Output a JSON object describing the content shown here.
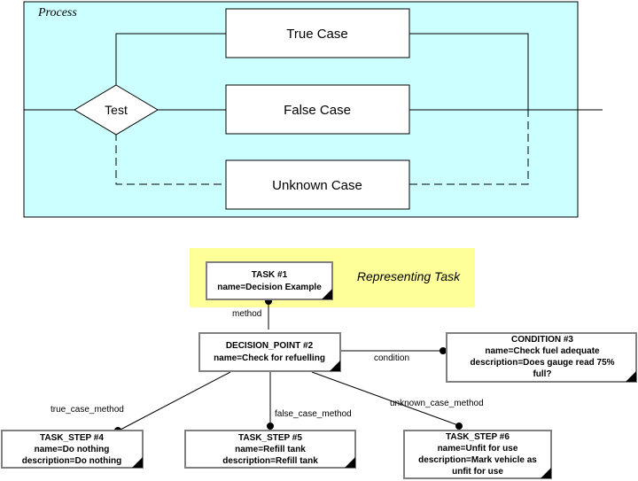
{
  "process": {
    "title": "Process",
    "decision": "Test",
    "cases": {
      "true": "True Case",
      "false": "False Case",
      "unknown": "Unknown Case"
    }
  },
  "representing": {
    "label": "Representing Task"
  },
  "nodes": {
    "task1": {
      "line1": "TASK #1",
      "line2": "name=Decision Example"
    },
    "decision_point": {
      "line1": "DECISION_POINT #2",
      "line2": "name=Check for refuelling"
    },
    "condition": {
      "line1": "CONDITION #3",
      "line2": "name=Check fuel adequate",
      "line3": "description=Does gauge read 75%",
      "line4": "full?"
    },
    "step4": {
      "line1": "TASK_STEP #4",
      "line2": "name=Do nothing",
      "line3": "description=Do nothing"
    },
    "step5": {
      "line1": "TASK_STEP #5",
      "line2": "name=Refill tank",
      "line3": "description=Refill tank"
    },
    "step6": {
      "line1": "TASK_STEP #6",
      "line2": "name=Unfit for use",
      "line3": "description=Mark vehicle as",
      "line4": "unfit for use"
    }
  },
  "edges": {
    "method": "method",
    "condition": "condition",
    "true_case": "true_case_method",
    "false_case": "false_case_method",
    "unknown_case": "unknown_case_method"
  },
  "colors": {
    "process_bg": "#ccffff",
    "highlight_bg": "#ffff99",
    "stroke": "#000000",
    "node_border": "#808080"
  }
}
